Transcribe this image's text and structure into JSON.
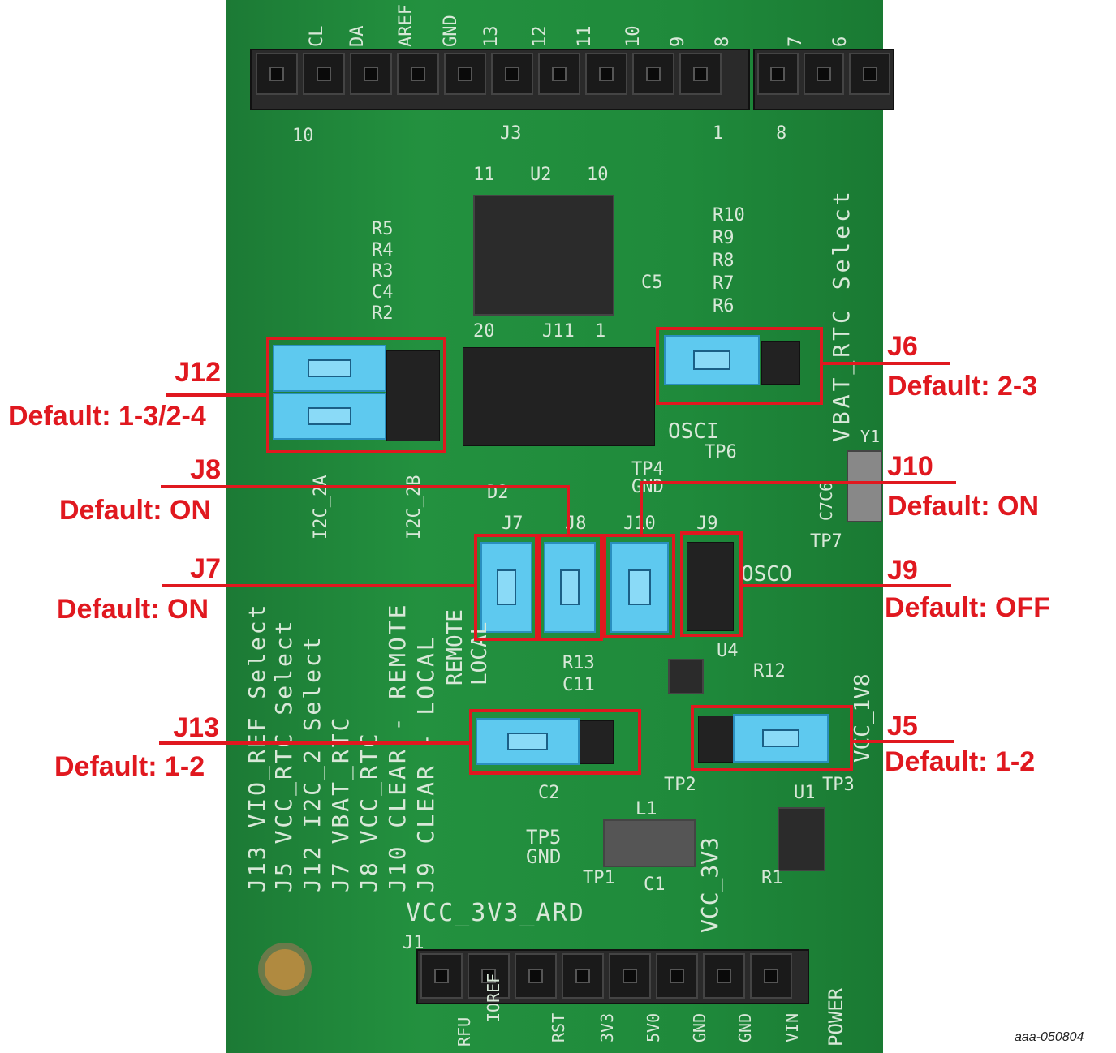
{
  "board": {
    "top_header_labels": [
      "CL",
      "DA",
      "AREF",
      "GND",
      "13",
      "12",
      "11",
      "10",
      "9",
      "8",
      "7",
      "6"
    ],
    "j3_label": "J3",
    "j3_pin_first": "10",
    "j3_pin_last": "1",
    "j3b_pin": "8",
    "u2_label": "U2",
    "u2_pin11": "11",
    "u2_pin10": "10",
    "resistors_left": [
      "R5",
      "R4",
      "R3",
      "C4",
      "R2"
    ],
    "resistors_right": [
      "R10",
      "R9",
      "R8",
      "R7",
      "R6"
    ],
    "c5": "C5",
    "j11": "J11",
    "j11_pin20": "20",
    "j11_pin1": "1",
    "osci": "OSCI",
    "tp6": "TP6",
    "tp4_gnd": "TP4 GND",
    "osco": "OSCO",
    "tp7": "TP7",
    "c7c6": "C7C6",
    "y1": "Y1",
    "d2": "D2",
    "j7": "J7",
    "j8": "J8",
    "j10": "J10",
    "j9": "J9",
    "i2c_2a": "I2C_2A",
    "i2c_2b": "I2C_2B",
    "remote": "REMOTE",
    "local": "LOCAL",
    "vbat_rtc_select": "VBAT_RTC Select",
    "legend": [
      "J13 VIO_REF Select",
      "J5 VCC_RTC Select",
      "J12 I2C_2 Select",
      "J7 VBAT_RTC",
      "J8 VCC_RTC",
      "J10 CLEAR - REMOTE",
      "J9 CLEAR - LOCAL"
    ],
    "r13": "R13",
    "c11": "C11",
    "u4": "U4",
    "r12": "R12",
    "tp2": "TP2",
    "tp3": "TP3",
    "u1": "U1",
    "l1": "L1",
    "c2": "C2",
    "tp5_gnd": "TP5 GND",
    "tp1": "TP1",
    "c1": "C1",
    "r1": "R1",
    "vcc_3v3": "VCC_3V3",
    "vcc_1v8": "VCC_1V8",
    "vcc_3v3_ard": "VCC_3V3_ARD",
    "j1": "J1",
    "bottom_header_labels": [
      "RFU",
      "IOREF",
      "RST",
      "3V3",
      "5V0",
      "GND",
      "GND",
      "VIN"
    ],
    "power": "POWER"
  },
  "annotations": [
    {
      "jumper": "J12",
      "default": "Default: 1-3/2-4"
    },
    {
      "jumper": "J6",
      "default": "Default: 2-3"
    },
    {
      "jumper": "J8",
      "default": "Default: ON"
    },
    {
      "jumper": "J10",
      "default": "Default: ON"
    },
    {
      "jumper": "J7",
      "default": "Default: ON"
    },
    {
      "jumper": "J9",
      "default": "Default: OFF"
    },
    {
      "jumper": "J13",
      "default": "Default: 1-2"
    },
    {
      "jumper": "J5",
      "default": "Default: 1-2"
    }
  ],
  "colors": {
    "annotation": "#e0181f",
    "jumper": "#5ec9ef",
    "board": "#1f8a3b"
  },
  "figure_id": "aaa-050804"
}
